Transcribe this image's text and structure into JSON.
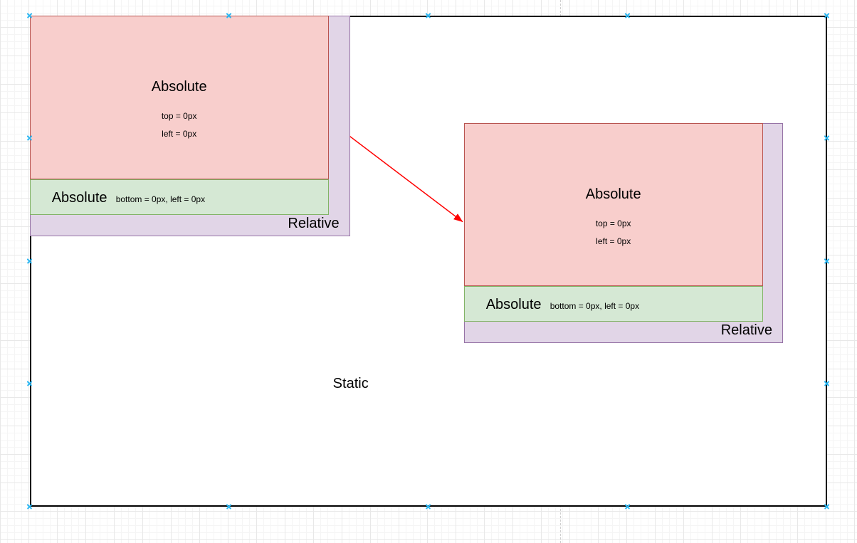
{
  "colors": {
    "pink_fill": "#F8CECC",
    "pink_stroke": "#B85450",
    "green_fill": "#D5E8D4",
    "green_stroke": "#82B366",
    "purple_fill": "#E1D5E7",
    "purple_stroke": "#9673A6",
    "static_fill": "#FFFFFF",
    "static_stroke": "#000000",
    "arrow_color": "#FF0000",
    "handle_color": "#29B6F2",
    "grid_minor": "#F5F5F5",
    "grid_major": "#E8E8E8",
    "divider_color": "#CFCFCF",
    "text_color": "#000000"
  },
  "static_box": {
    "label": "Static"
  },
  "groups": [
    {
      "relative_label": "Relative",
      "absolute_top": {
        "title": "Absolute",
        "prop1": "top = 0px",
        "prop2": "left = 0px"
      },
      "absolute_bottom": {
        "title": "Absolute",
        "props": "bottom = 0px, left = 0px"
      }
    },
    {
      "relative_label": "Relative",
      "absolute_top": {
        "title": "Absolute",
        "prop1": "top = 0px",
        "prop2": "left = 0px"
      },
      "absolute_bottom": {
        "title": "Absolute",
        "props": "bottom = 0px, left = 0px"
      }
    }
  ]
}
